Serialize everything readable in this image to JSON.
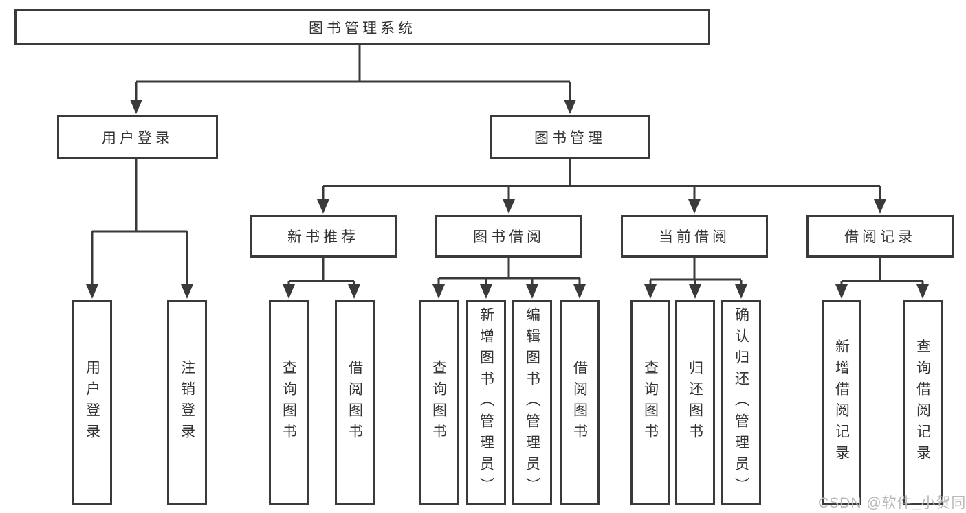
{
  "diagram": {
    "title_note": "functional structure chart",
    "root": "图书管理系统",
    "level2": [
      "用户登录",
      "图书管理"
    ],
    "level3": [
      "新书推荐",
      "图书借阅",
      "当前借阅",
      "借阅记录"
    ],
    "leaves": [
      "用户登录",
      "注销登录",
      "查询图书",
      "借阅图书",
      "查询图书",
      "新增图书（管理员）",
      "编辑图书（管理员）",
      "借阅图书",
      "查询图书",
      "归还图书",
      "确认归还（管理员）",
      "新增借阅记录",
      "查询借阅记录"
    ],
    "edges": [
      "图书管理系统 -> 用户登录",
      "图书管理系统 -> 图书管理",
      "用户登录 -> 用户登录",
      "用户登录 -> 注销登录",
      "图书管理 -> 新书推荐",
      "图书管理 -> 图书借阅",
      "图书管理 -> 当前借阅",
      "图书管理 -> 借阅记录",
      "新书推荐 -> 查询图书",
      "新书推荐 -> 借阅图书",
      "图书借阅 -> 查询图书",
      "图书借阅 -> 新增图书（管理员）",
      "图书借阅 -> 编辑图书（管理员）",
      "图书借阅 -> 借阅图书",
      "当前借阅 -> 查询图书",
      "当前借阅 -> 归还图书",
      "当前借阅 -> 确认归还（管理员）",
      "借阅记录 -> 新增借阅记录",
      "借阅记录 -> 查询借阅记录"
    ]
  },
  "watermark": "CSDN @软件_小贺同学",
  "colors": {
    "line": "#3a3a3a",
    "text": "#333333",
    "watermark": "#bcb8b8",
    "background": "#ffffff"
  }
}
